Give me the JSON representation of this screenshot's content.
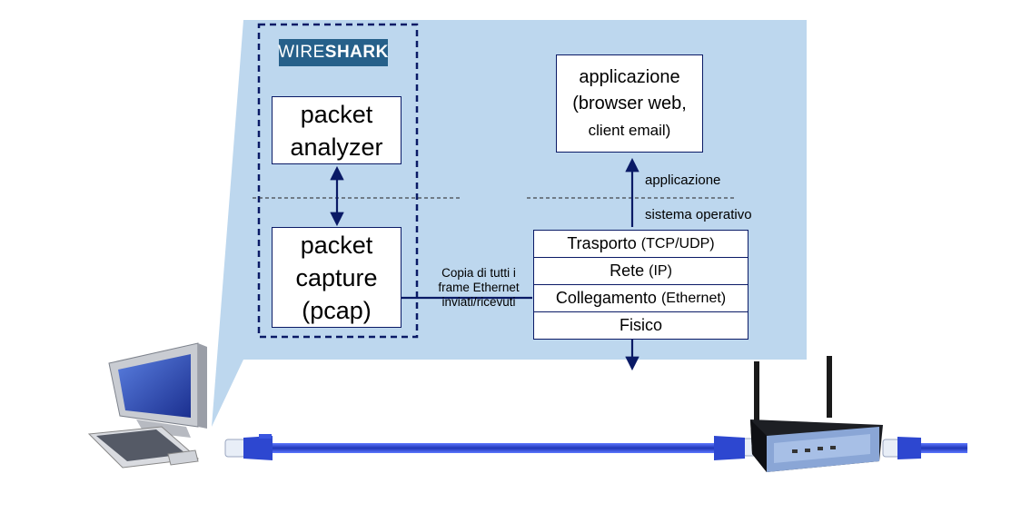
{
  "logo": {
    "prefix": "WIRE",
    "suffix": "SHARK"
  },
  "boxes": {
    "packet_analyzer": [
      "packet",
      "analyzer"
    ],
    "packet_capture": [
      "packet",
      "capture",
      "(pcap)"
    ],
    "application": [
      "applicazione",
      "(browser web,",
      "client email)"
    ]
  },
  "labels": {
    "app_layer": "applicazione",
    "os_layer": "sistema operativo",
    "copy": [
      "Copia di tutti i",
      "frame Ethernet",
      "inviati/ricevuti"
    ]
  },
  "stack": [
    {
      "name": "Trasporto",
      "detail": "(TCP/UDP)"
    },
    {
      "name": "Rete",
      "detail": "(IP)"
    },
    {
      "name": "Collegamento",
      "detail": "(Ethernet)"
    },
    {
      "name": "Fisico",
      "detail": ""
    }
  ],
  "colors": {
    "panel": "#bdd7ee",
    "dark_blue": "#0a1a66",
    "cable": "#2a3fb5",
    "logo_bg": "#26608a"
  },
  "icons": [
    "computer-icon",
    "router-icon",
    "ethernet-cable-icon"
  ]
}
